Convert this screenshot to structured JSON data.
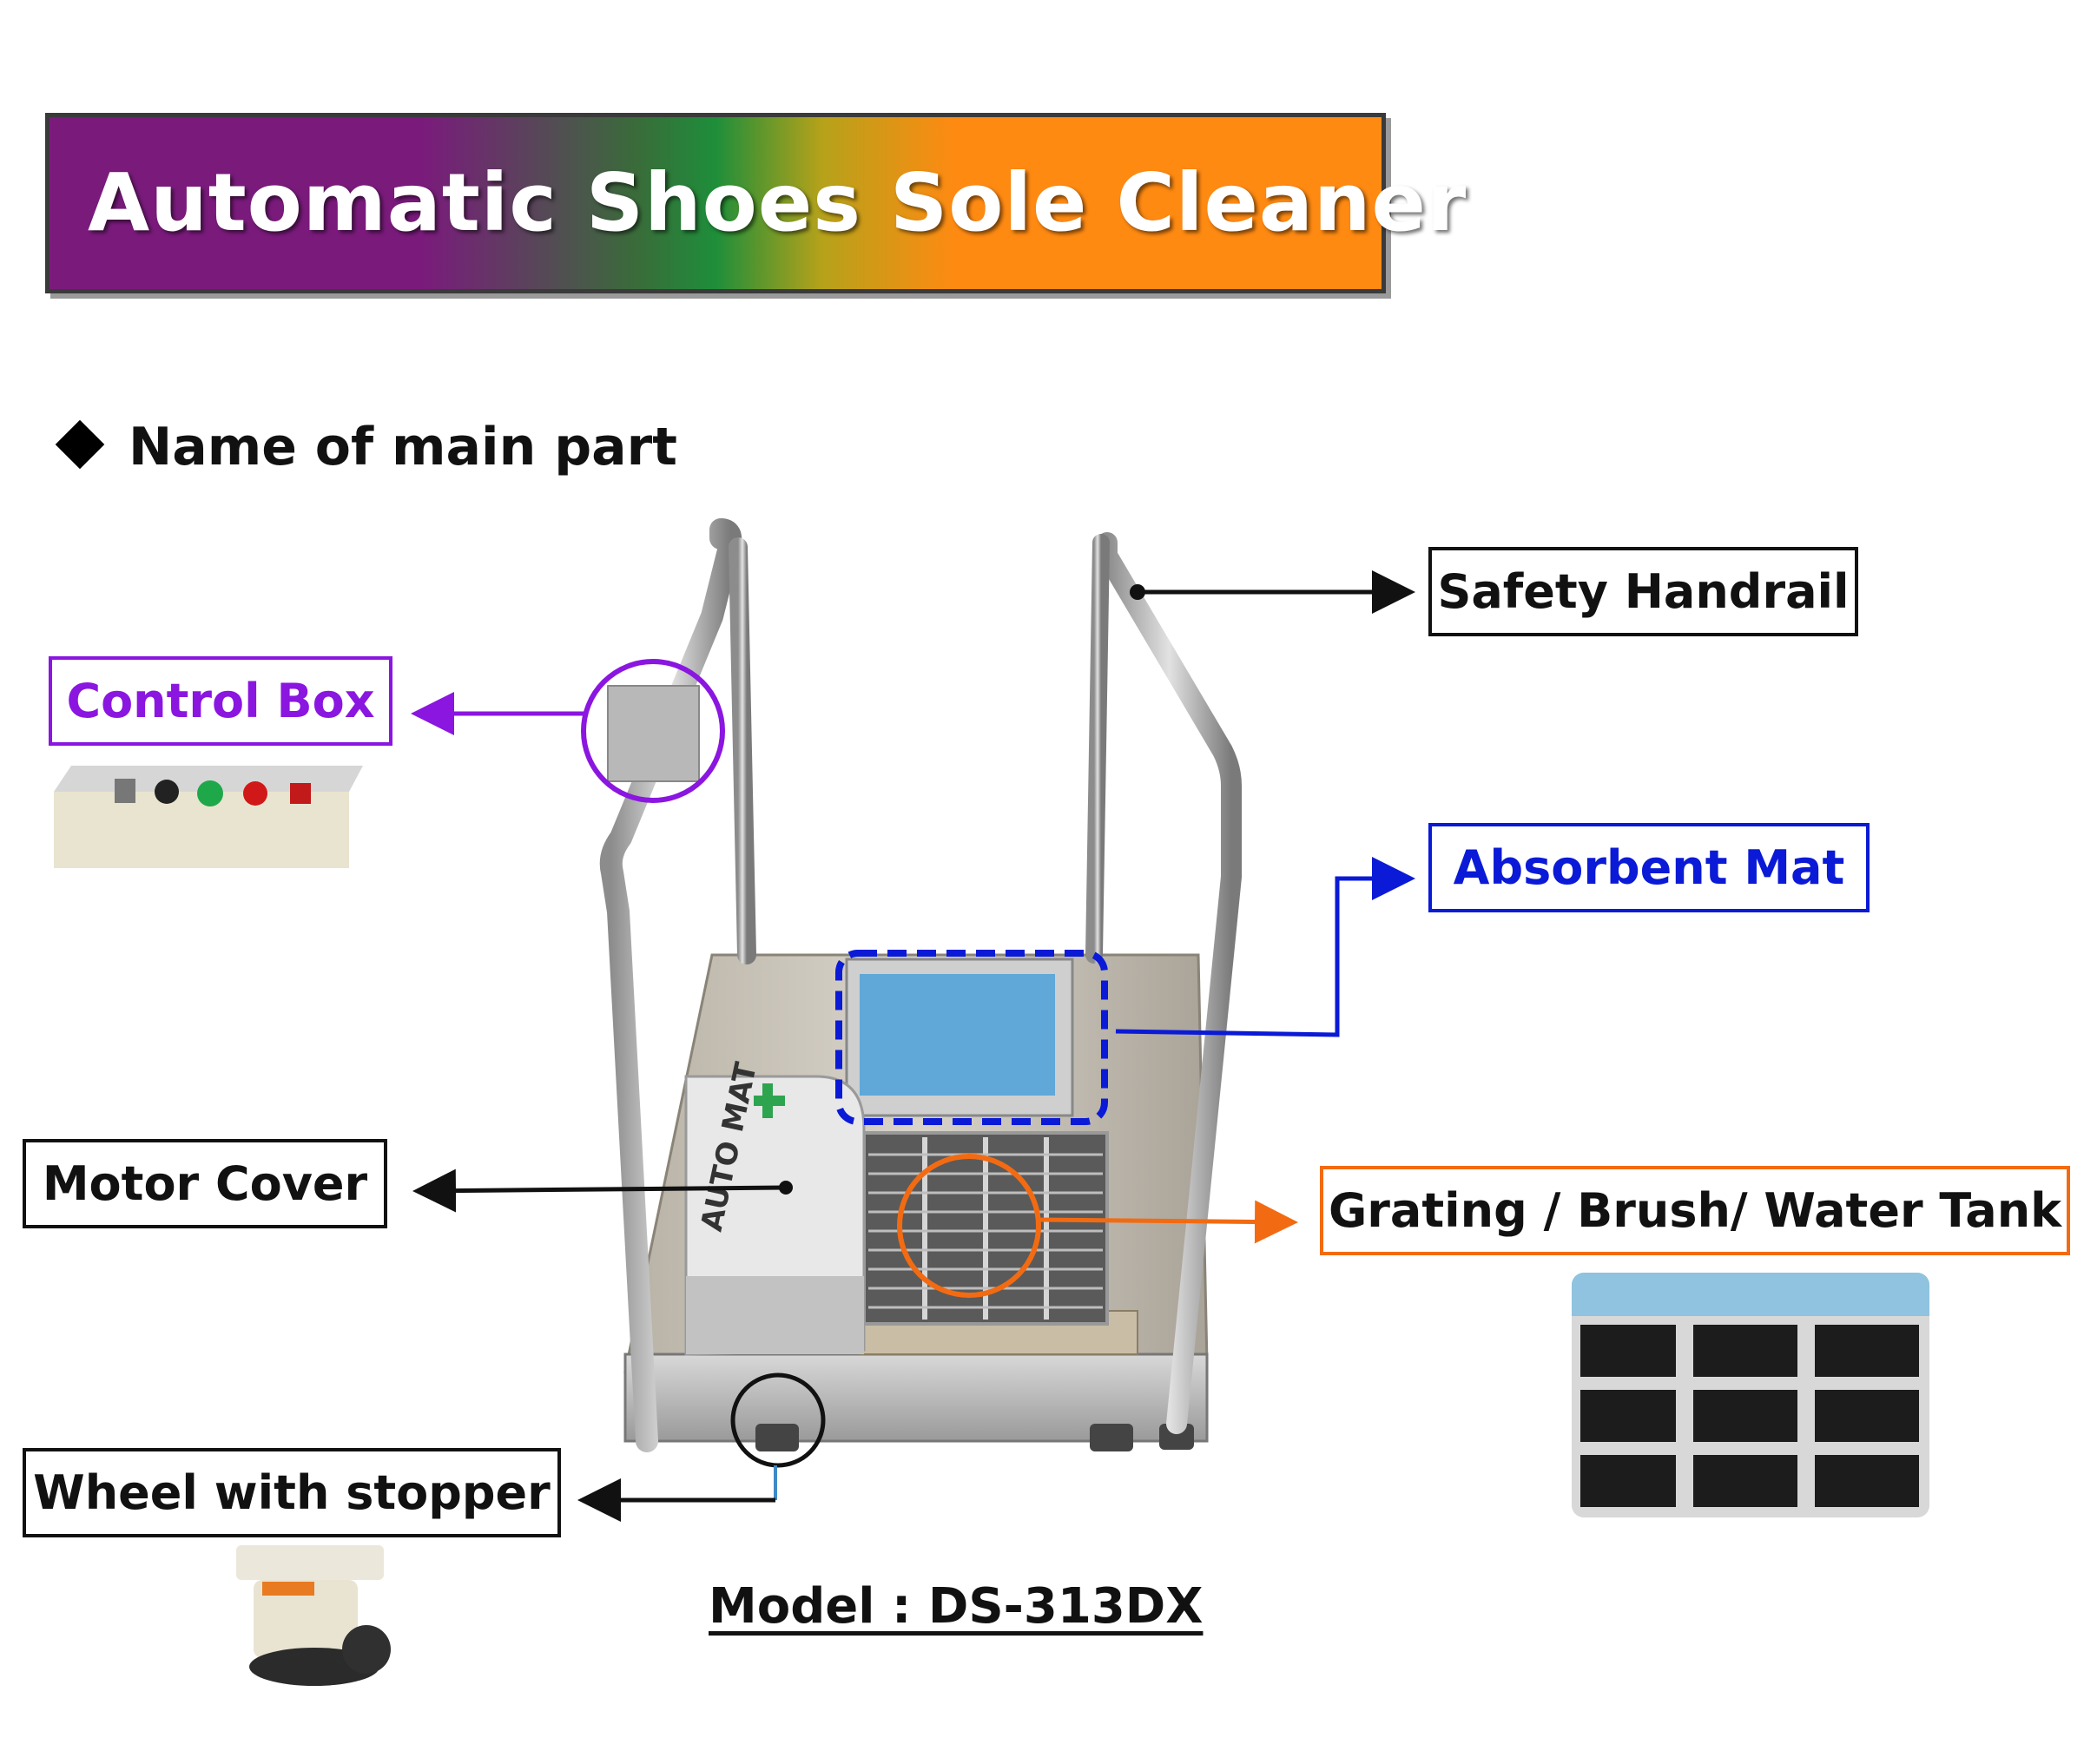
{
  "title": "Automatic Shoes Sole Cleaner",
  "section_heading": "Name of main part",
  "labels": {
    "safety_handrail": "Safety Handrail",
    "control_box": "Control Box",
    "absorbent_mat": "Absorbent Mat",
    "motor_cover": "Motor Cover",
    "grating": "Grating / Brush/ Water Tank",
    "wheel": "Wheel with stopper"
  },
  "model": "Model : DS-313DX",
  "machine_brand": "AUTO MAT",
  "colors": {
    "control_box": "#8a16e0",
    "absorbent_mat": "#0a1ad6",
    "grating": "#f26b12",
    "black": "#111111",
    "mat": "#5fa8d8"
  },
  "icons": [
    "diamond-bullet-icon",
    "control-panel-photo",
    "brush-tank-photo",
    "caster-wheel-photo"
  ]
}
